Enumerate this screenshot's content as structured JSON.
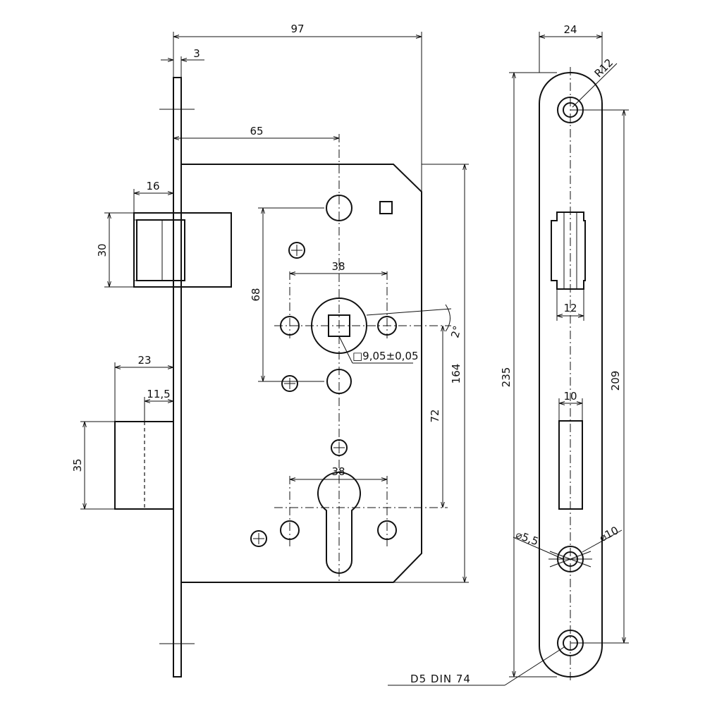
{
  "dimensions": {
    "forend_width": "97",
    "forend_thickness": "3",
    "backset": "65",
    "latch_width": "16",
    "latch_height": "30",
    "hole_spacing_vertical": "68",
    "spindle_hole_spacing": "38",
    "square_size": "□9,05±0,05",
    "angle": "2°",
    "bolt_throw": "23",
    "bolt_offset": "11,5",
    "bolt_height": "35",
    "centre_distance": "72",
    "case_height": "164",
    "cylinder_hole_spacing": "38",
    "faceplate_width": "24",
    "corner_radius": "R12",
    "faceplate_length": "235",
    "fixing_hole_spacing": "209",
    "latch_slot_width": "12",
    "bolt_slot_width": "10",
    "countersink_inner": "⌀5,5",
    "countersink_outer": "⌀10",
    "material_note": "D5 DIN 74"
  }
}
